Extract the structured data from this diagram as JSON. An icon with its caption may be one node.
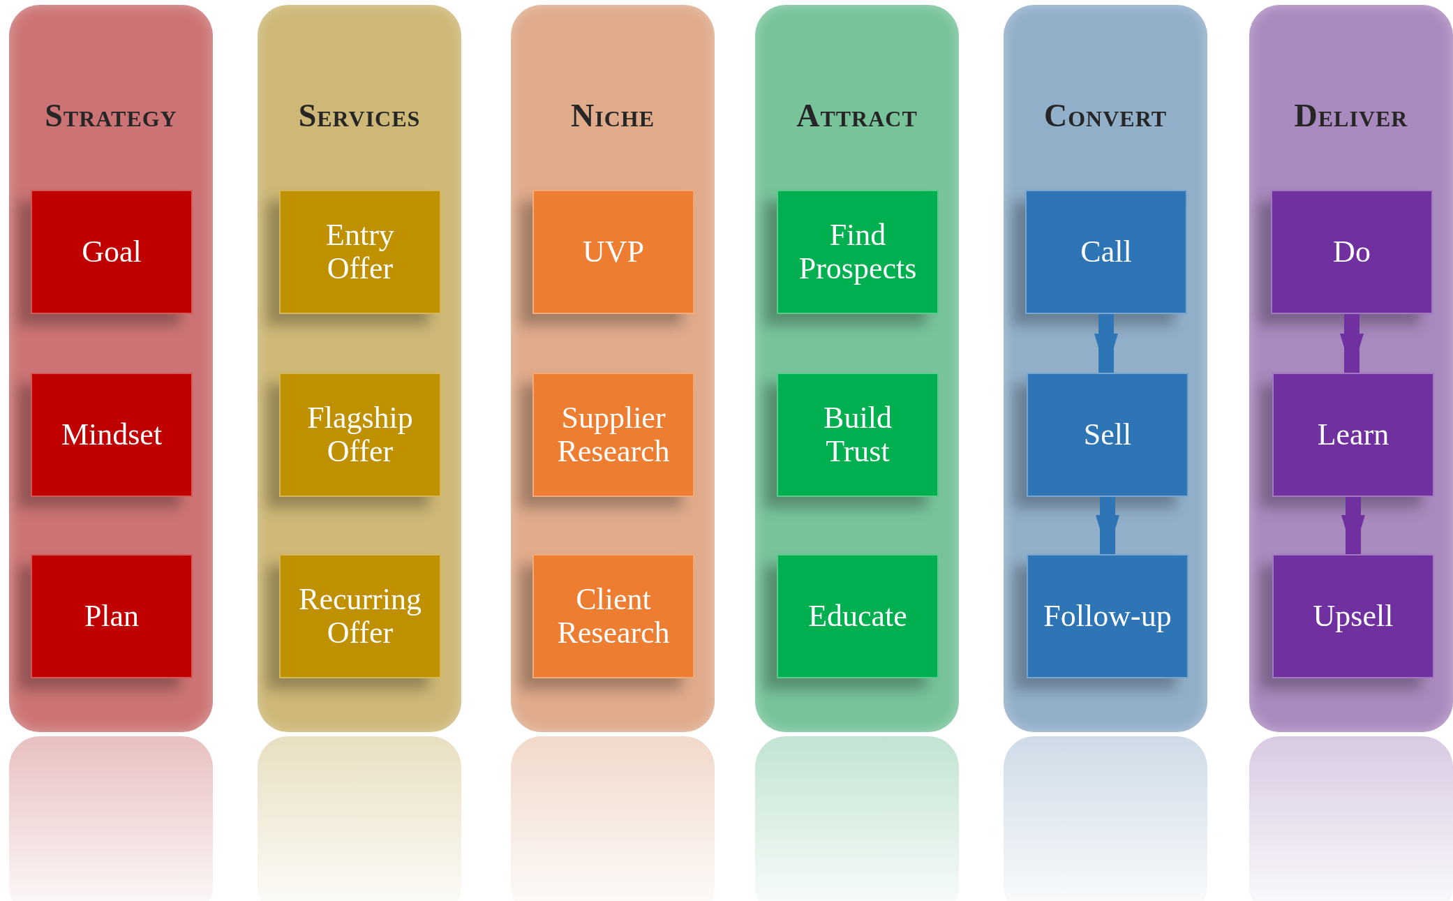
{
  "diagram": {
    "nodes": [
      {
        "text": [
          "Strategy"
        ]
      },
      {
        "text": [
          "Goal"
        ],
        "in": 0
      },
      {
        "text": [
          "Mindset"
        ],
        "in": 0
      },
      {
        "text": [
          "Plan"
        ],
        "in": 0
      },
      {
        "text": [
          "Services"
        ]
      },
      {
        "text": [
          "Entry Offer"
        ],
        "in": 4
      },
      {
        "text": [
          "Flagship Offer"
        ],
        "in": 4
      },
      {
        "text": [
          "Recurring Offer"
        ],
        "in": 4
      },
      {
        "text": [
          "Niche"
        ]
      },
      {
        "text": [
          "UVP"
        ],
        "in": 8
      },
      {
        "text": [
          "Supplier Research"
        ],
        "in": 8
      },
      {
        "text": [
          "Client Research"
        ],
        "in": 8
      },
      {
        "text": [
          "Attract"
        ]
      },
      {
        "text": [
          "Find Prospects"
        ],
        "in": 12
      },
      {
        "text": [
          "Build Trust"
        ],
        "in": 12
      },
      {
        "text": [
          "Educate"
        ],
        "in": 12
      },
      {
        "text": [
          "Convert"
        ]
      },
      {
        "text": [
          "Call"
        ],
        "in": 16
      },
      {
        "text": [
          "Sell"
        ],
        "in": 16
      },
      {
        "text": [
          "Follow-up"
        ],
        "in": 16
      },
      {
        "text": [
          "Deliver"
        ]
      },
      {
        "text": [
          "Do"
        ],
        "in": 20
      },
      {
        "text": [
          "Learn"
        ],
        "in": 20
      },
      {
        "text": [
          "Upsell"
        ],
        "in": 20
      }
    ],
    "edges": [
      {
        "from": 17,
        "to": 18,
        "arrow": "to",
        "color": "#2e75b6"
      },
      {
        "from": 18,
        "to": 19,
        "arrow": "to",
        "color": "#2e75b6"
      },
      {
        "from": 21,
        "to": 22,
        "arrow": "to",
        "color": "#7030a0"
      },
      {
        "from": 22,
        "to": 23,
        "arrow": "to",
        "color": "#7030a0"
      }
    ]
  }
}
